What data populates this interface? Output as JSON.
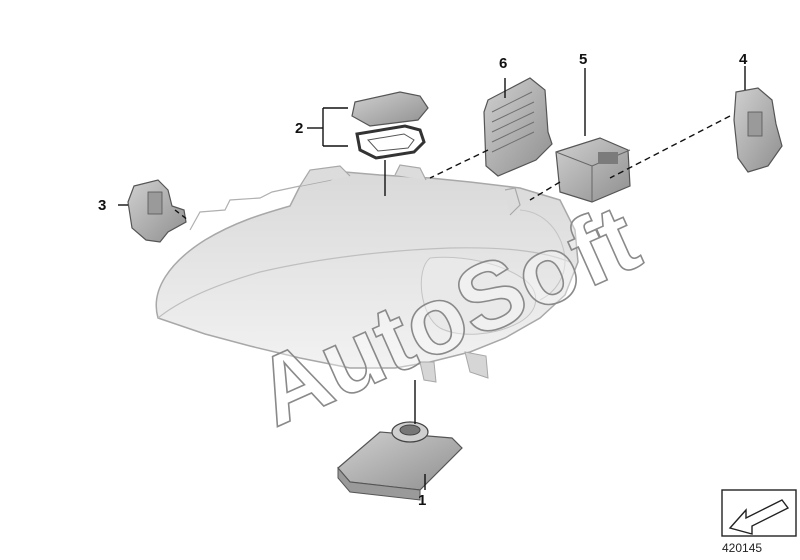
{
  "callouts": {
    "c1": "1",
    "c2": "2",
    "c3": "3",
    "c4": "4",
    "c5": "5",
    "c6": "6"
  },
  "watermark": "AutoSoft",
  "reference_number": "420145",
  "colors": {
    "headlight_body": "#e6e6e6",
    "headlight_outline": "#a8a8a8",
    "part_fill": "#bdbdbd",
    "part_dark": "#8c8c8c",
    "leader": "#111111"
  },
  "icons": {
    "orientation": "arrow-orientation-icon"
  }
}
